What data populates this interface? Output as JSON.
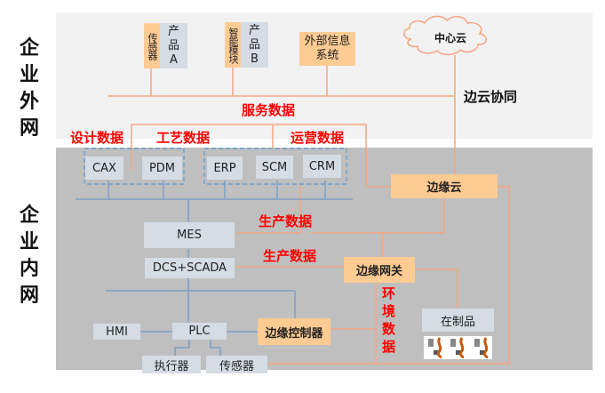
{
  "external_network": {
    "label": "企业外网",
    "products": [
      {
        "module": "传感器",
        "product": "产品A"
      },
      {
        "module": "智能模块",
        "product": "产品B"
      }
    ],
    "external_info_system": "外部信息系统",
    "central_cloud": "中心云",
    "edge_cloud_collaboration": "边云协同",
    "service_data": "服务数据"
  },
  "data_flows": {
    "design_data": "设计数据",
    "process_data": "工艺数据",
    "operation_data": "运营数据",
    "production_data_1": "生产数据",
    "production_data_2": "生产数据",
    "environment_data": "环境数据"
  },
  "internal_network": {
    "label": "企业内网",
    "design_systems": [
      "CAX",
      "PDM"
    ],
    "business_systems": [
      "ERP",
      "SCM",
      "CRM"
    ],
    "mes": "MES",
    "dcs_scada": "DCS+SCADA",
    "hmi": "HMI",
    "plc": "PLC",
    "actuator": "执行器",
    "sensor": "传感器",
    "edge_cloud": "边缘云",
    "edge_gateway": "边缘网关",
    "edge_controller": "边缘控制器",
    "wip": "在制品"
  },
  "colors": {
    "orange_line": "#f4a582",
    "blue_line": "#7f9fc6",
    "orange_box": "#fecb93",
    "gray_box": "#d6dce4",
    "red_text": "#ff0000"
  }
}
